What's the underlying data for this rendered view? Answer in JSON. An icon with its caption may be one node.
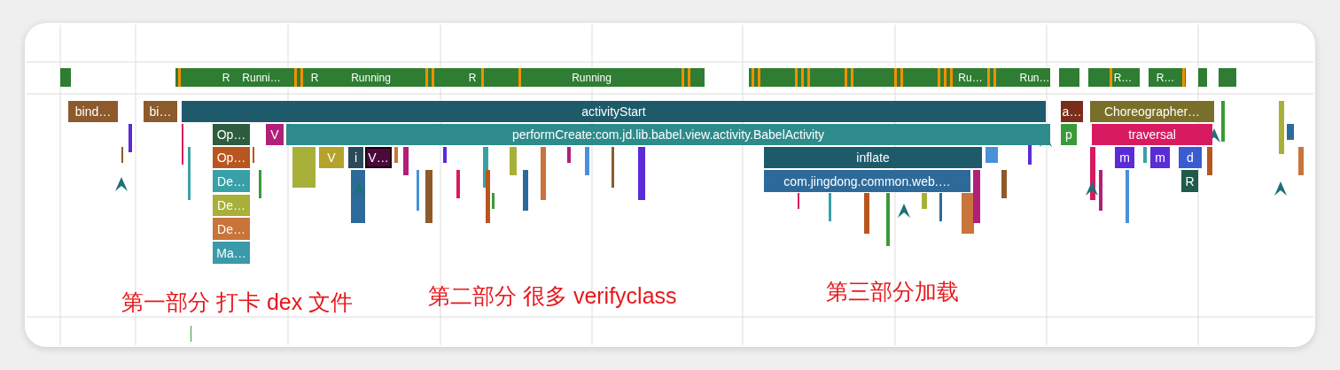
{
  "diagram": {
    "nodes": [
      {
        "text": [
          "R"
        ]
      },
      {
        "text": [
          "Runni…"
        ]
      },
      {
        "text": [
          "R"
        ]
      },
      {
        "text": [
          "Running"
        ]
      },
      {
        "text": [
          "R"
        ]
      },
      {
        "text": [
          "Running"
        ]
      },
      {
        "text": [
          "Ru…"
        ]
      },
      {
        "text": [
          "Run…"
        ]
      },
      {
        "text": [
          "R…"
        ]
      },
      {
        "text": [
          "R…"
        ]
      },
      {
        "text": [
          "bind…"
        ]
      },
      {
        "text": [
          "bi…"
        ]
      },
      {
        "text": [
          "activityStart"
        ]
      },
      {
        "text": [
          "a…"
        ]
      },
      {
        "text": [
          "Choreographer…"
        ]
      },
      {
        "text": [
          "Op…"
        ]
      },
      {
        "text": [
          "V"
        ]
      },
      {
        "text": [
          "performCreate:com.jd.lib.babel.view.activity.BabelActivity"
        ]
      },
      {
        "text": [
          "p"
        ]
      },
      {
        "text": [
          "traversal"
        ]
      },
      {
        "text": [
          "Op…"
        ]
      },
      {
        "text": [
          "V"
        ]
      },
      {
        "text": [
          "i"
        ]
      },
      {
        "text": [
          "V…"
        ]
      },
      {
        "text": [
          "inflate"
        ]
      },
      {
        "text": [
          "m"
        ]
      },
      {
        "text": [
          "m"
        ]
      },
      {
        "text": [
          "d"
        ]
      },
      {
        "text": [
          "De…"
        ]
      },
      {
        "text": [
          "com.jingdong.common.web.…"
        ]
      },
      {
        "text": [
          "R"
        ]
      },
      {
        "text": [
          "De…"
        ]
      },
      {
        "text": [
          "De…"
        ]
      },
      {
        "text": [
          "Ma…"
        ]
      }
    ],
    "labels": [
      "第一部分 打卡 dex 文件",
      "第二部分 很多 verifyclass",
      "第三部分加载"
    ]
  }
}
